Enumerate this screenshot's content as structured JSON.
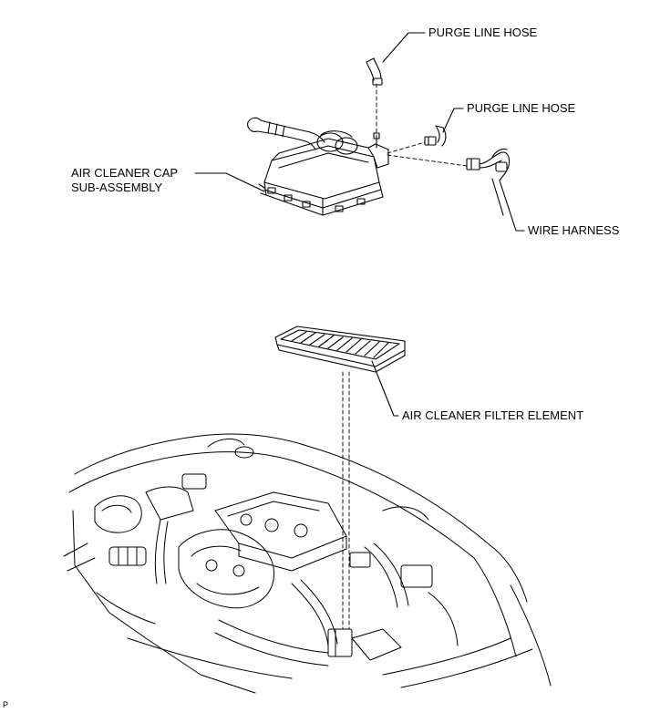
{
  "labels": {
    "purge_line_hose_upper": "PURGE LINE HOSE",
    "purge_line_hose_lower": "PURGE LINE HOSE",
    "air_cleaner_cap_line1": "AIR CLEANER CAP",
    "air_cleaner_cap_line2": "SUB-ASSEMBLY",
    "wire_harness": "WIRE HARNESS",
    "air_cleaner_filter_element": "AIR CLEANER FILTER ELEMENT",
    "figure_code": "P"
  },
  "colors": {
    "line": "#000000",
    "background": "#ffffff"
  }
}
